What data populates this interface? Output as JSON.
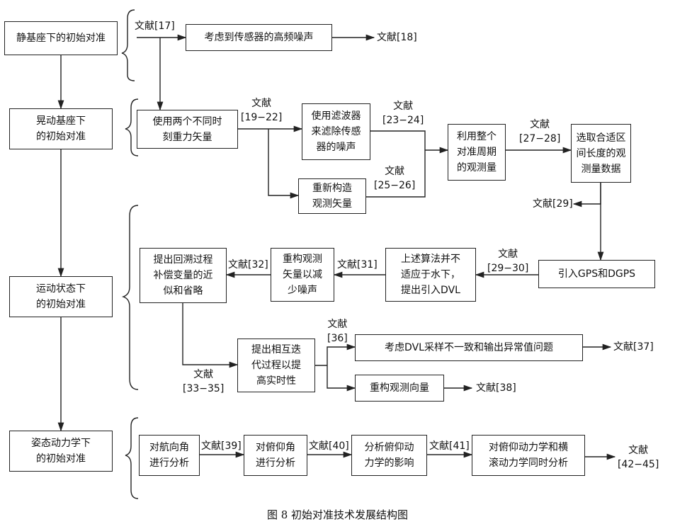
{
  "stages": {
    "static": "静基座下的初始对准",
    "swaying": "晃动基座下\n的初始对准",
    "moving": "运动状态下\n的初始对准",
    "attitude": "姿态动力学下\n的初始对准"
  },
  "boxes": {
    "hf_noise": "考虑到传感器的高频噪声",
    "two_gravity": "使用两个不同时\n刻重力矢量",
    "filter_noise": "使用滤波器\n来滤除传感\n器的噪声",
    "reconstruct_vec": "重新构造\n观测矢量",
    "whole_period": "利用整个\n对准周期\n的观测量",
    "select_interval": "选取合适区\n间长度的观\n测量数据",
    "gps": "引入GPS和DGPS",
    "dvl": "上述算法并不\n适应于水下，\n提出引入DVL",
    "reduce_noise": "重构观测\n矢量以减\n少噪声",
    "backtrack": "提出回溯过程\n补偿变量的近\n似和省略",
    "mutual_iter": "提出相互迭\n代过程以提\n高实时性",
    "dvl_sampling": "考虑DVL采样不一致和输出异常值问题",
    "reconstruct_obs": "重构观测向量",
    "heading": "对航向角\n进行分析",
    "pitch": "对俯仰角\n进行分析",
    "pitch_dyn": "分析俯仰动\n力学的影响",
    "pitch_roll": "对俯仰动力学和横\n滚动力学同时分析"
  },
  "refs": {
    "r17": "文献[17]",
    "r18": "文献[18]",
    "r19_22": "文献\n[19−22]",
    "r23_24": "文献\n[23−24]",
    "r25_26": "文献\n[25−26]",
    "r27_28": "文献\n[27−28]",
    "r29": "文献[29]",
    "r29_30": "文献\n[29−30]",
    "r31": "文献[31]",
    "r32": "文献[32]",
    "r33_35": "文献\n[33−35]",
    "r36": "文献\n[36]",
    "r37": "文献[37]",
    "r38": "文献[38]",
    "r39": "文献[39]",
    "r40": "文献[40]",
    "r41": "文献[41]",
    "r42_45": "文献\n[42−45]"
  },
  "caption": "图 8  初始对准技术发展结构图"
}
